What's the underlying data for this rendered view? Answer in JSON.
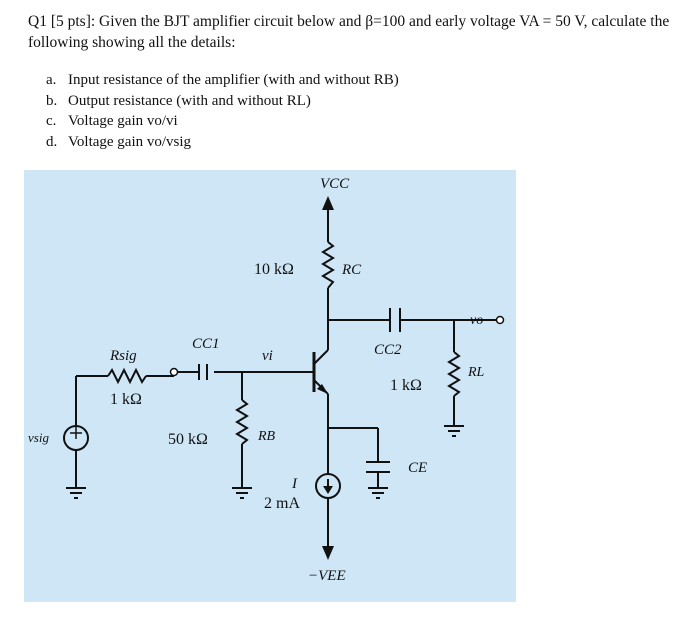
{
  "question": {
    "line1": "Q1 [5 pts]: Given the BJT amplifier circuit below and β=100 and early voltage VA = 50 V, calculate the",
    "line2": "following showing all the details:",
    "items": [
      {
        "marker": "a.",
        "text": "Input resistance of the amplifier (with and without RB)"
      },
      {
        "marker": "b.",
        "text": "Output resistance (with and without RL)"
      },
      {
        "marker": "c.",
        "text": "Voltage gain vo/vi"
      },
      {
        "marker": "d.",
        "text": "Voltage gain vo/vsig"
      }
    ]
  },
  "circuit": {
    "background": "#cfe6f7",
    "labels": {
      "vcc": "VCC",
      "rc_value": "10 kΩ",
      "rc_name": "RC",
      "cc2": "CC2",
      "vo": "vo",
      "rl_value": "1 kΩ",
      "rl_name": "RL",
      "rsig_name": "Rsig",
      "rsig_value": "1 kΩ",
      "cc1": "CC1",
      "vi": "vi",
      "vsig": "vsig",
      "rb_value": "50 kΩ",
      "rb_name": "RB",
      "i_name": "I",
      "i_value": "2 mA",
      "ce": "CE",
      "vee": "−VEE"
    }
  }
}
